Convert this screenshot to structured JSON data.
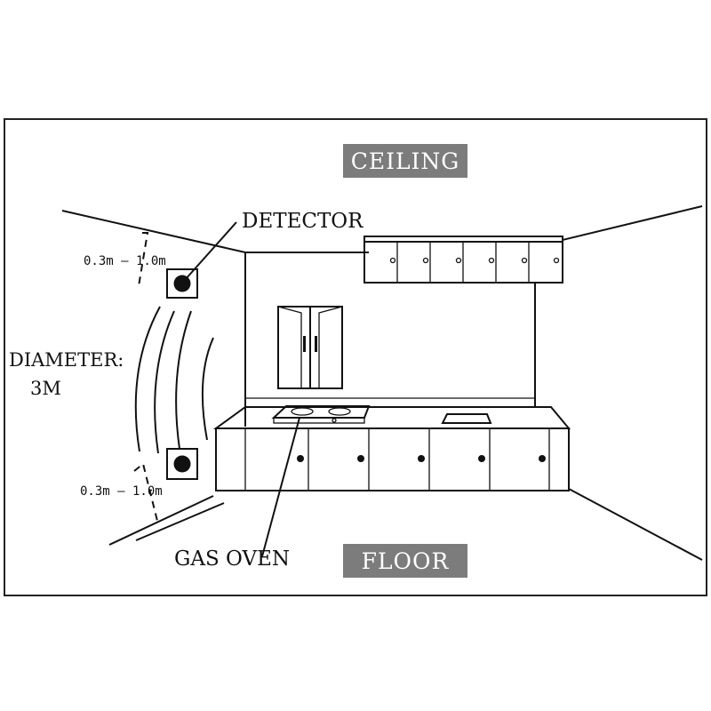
{
  "labels": {
    "ceiling": "CEILING",
    "floor": "FLOOR",
    "detector": "DETECTOR",
    "gas_oven": "GAS OVEN",
    "diameter_line1": "DIAMETER:",
    "diameter_line2": "3M",
    "range_upper": "0.3m — 1.0m",
    "range_lower": "0.3m — 1.0m"
  },
  "colors": {
    "tag_background": "#7c7c7c",
    "tag_text": "#ffffff",
    "line": "#111111",
    "detector_dot": "#111111"
  }
}
